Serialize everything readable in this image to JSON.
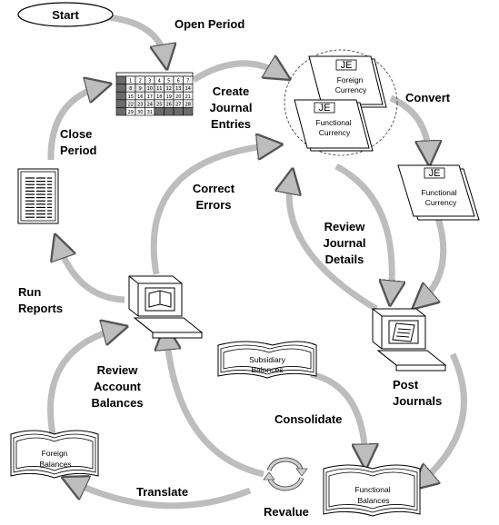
{
  "labels": {
    "start": "Start",
    "open_period": "Open Period",
    "create_journal_entries": [
      "Create",
      "Journal",
      "Entries"
    ],
    "convert": "Convert",
    "close_period": [
      "Close",
      "Period"
    ],
    "correct_errors": [
      "Correct",
      "Errors"
    ],
    "review_journal_details": [
      "Review",
      "Journal",
      "Details"
    ],
    "run_reports": [
      "Run",
      "Reports"
    ],
    "review_account_balances": [
      "Review",
      "Account",
      "Balances"
    ],
    "post_journals": [
      "Post",
      "Journals"
    ],
    "consolidate": "Consolidate",
    "translate": "Translate",
    "revalue": "Revalue"
  },
  "documents": {
    "je_tag": "JE",
    "foreign_currency": [
      "Foreign",
      "Currency"
    ],
    "functional_currency": [
      "Functional",
      "Currency"
    ],
    "converted_functional": [
      "Functional",
      "Currency"
    ]
  },
  "books": {
    "subsidiary_balances": [
      "Subsidiary",
      "Balances"
    ],
    "foreign_balances": [
      "Foreign",
      "Balances"
    ],
    "functional_balances": [
      "Functional",
      "Balances"
    ]
  },
  "calendar": {
    "rows": [
      [
        "",
        "1",
        "2",
        "3",
        "4",
        "5",
        "6",
        "7"
      ],
      [
        "",
        "8",
        "9",
        "10",
        "11",
        "12",
        "13",
        "14"
      ],
      [
        "",
        "15",
        "16",
        "17",
        "18",
        "19",
        "20",
        "21"
      ],
      [
        "",
        "22",
        "23",
        "24",
        "25",
        "26",
        "27",
        "28"
      ],
      [
        "",
        "29",
        "30",
        "31",
        "",
        "",
        "",
        ""
      ]
    ]
  },
  "colors": {
    "arrow_fill": "#bdbdbd",
    "line": "#000000"
  }
}
